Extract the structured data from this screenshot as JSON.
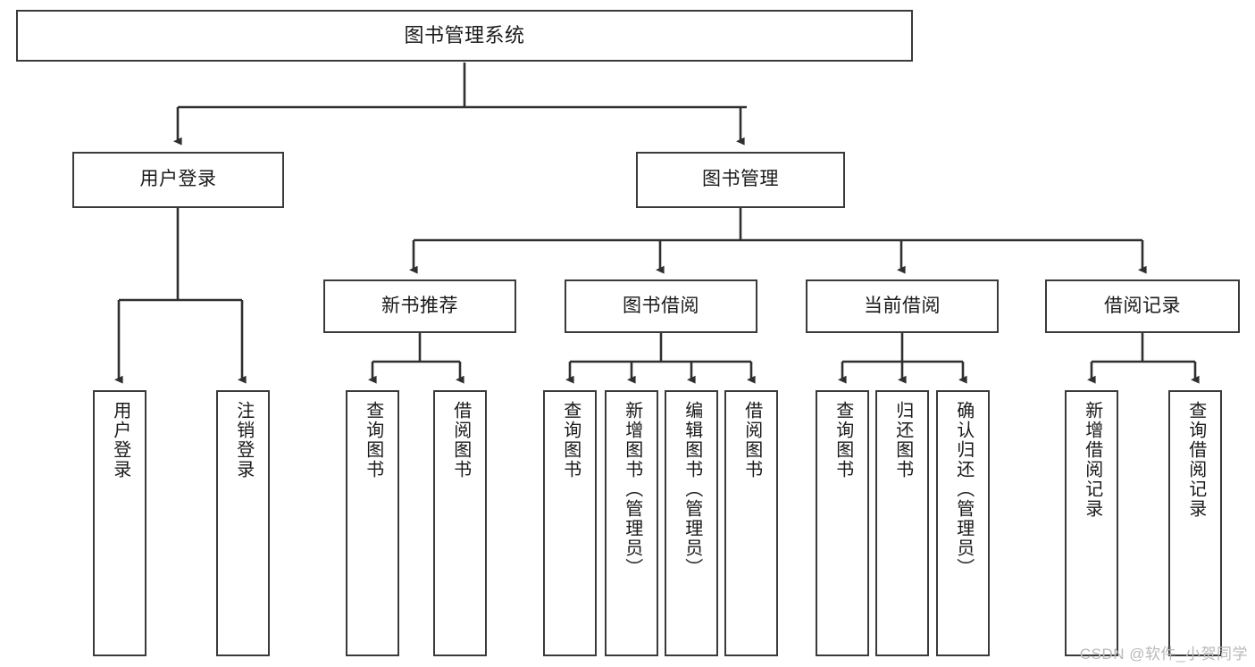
{
  "diagram": {
    "title": "图书管理系统",
    "type": "tree-hierarchy-diagram",
    "watermark": "CSDN @软件_小贺同学",
    "colors": {
      "background": "#ffffff",
      "box_border": "#3a3a3a",
      "box_fill": "#ffffff",
      "connector": "#2f2f2f",
      "text": "#1a1a1a",
      "watermark": "#b9b9b9"
    },
    "root": {
      "label": "图书管理系统"
    },
    "level1": [
      {
        "label": "用户登录"
      },
      {
        "label": "图书管理"
      }
    ],
    "level2": [
      {
        "label": "新书推荐"
      },
      {
        "label": "图书借阅"
      },
      {
        "label": "当前借阅"
      },
      {
        "label": "借阅记录"
      }
    ],
    "leaves_user_login": [
      {
        "label": "用户登录"
      },
      {
        "label": "注销登录"
      }
    ],
    "leaves_new_book": [
      {
        "label": "查询图书"
      },
      {
        "label": "借阅图书"
      }
    ],
    "leaves_borrow": [
      {
        "label": "查询图书"
      },
      {
        "label": "新增图书（管理员）"
      },
      {
        "label": "编辑图书（管理员）"
      },
      {
        "label": "借阅图书"
      }
    ],
    "leaves_current": [
      {
        "label": "查询图书"
      },
      {
        "label": "归还图书"
      },
      {
        "label": "确认归还（管理员）"
      }
    ],
    "leaves_record": [
      {
        "label": "新增借阅记录"
      },
      {
        "label": "查询借阅记录"
      }
    ]
  }
}
